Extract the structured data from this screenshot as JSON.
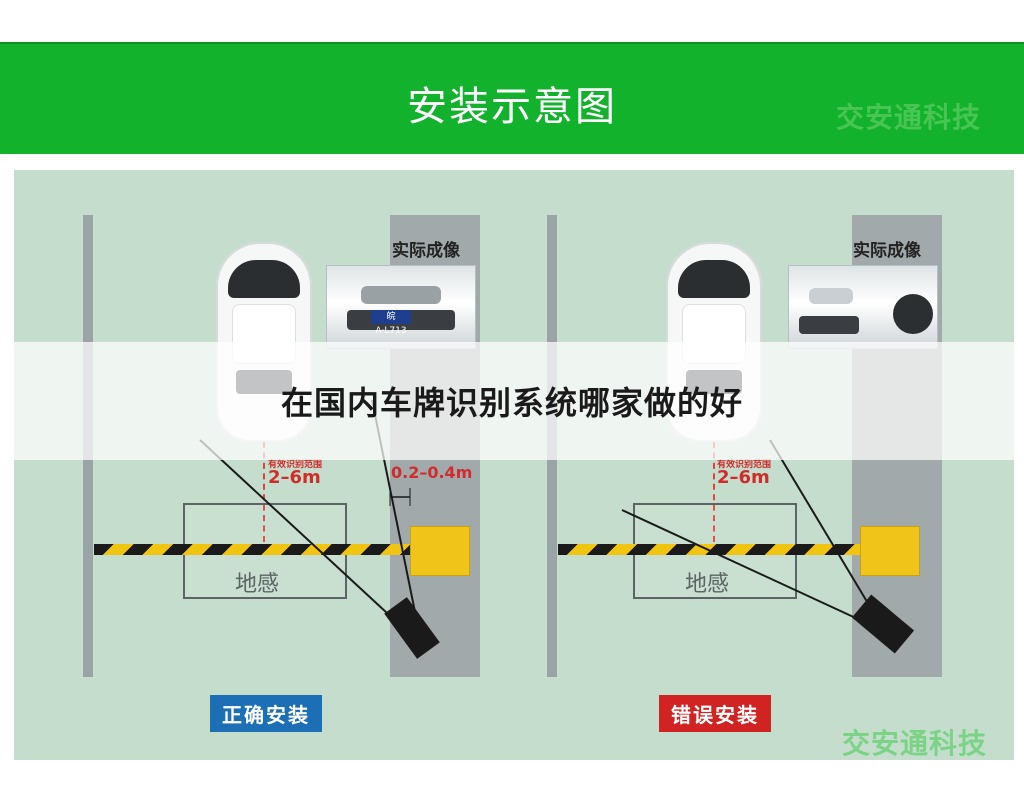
{
  "header": {
    "title": "安装示意图",
    "watermark": "交安通科技"
  },
  "overlay": {
    "title": "在国内车牌识别系统哪家做的好"
  },
  "left_panel": {
    "photo_label": "实际成像",
    "plate_text": "皖A·L713",
    "range_small": "有效识别范围",
    "range_big": "2–6m",
    "offset": "0.2–0.4m",
    "loop_label": "地感",
    "badge": "正确安装"
  },
  "right_panel": {
    "photo_label": "实际成像",
    "range_small": "有效识别范围",
    "range_big": "2–6m",
    "loop_label": "地感",
    "badge": "错误安装"
  },
  "footer": {
    "watermark": "交安通科技"
  },
  "colors": {
    "header_green": "#13b22c",
    "panel_bg": "#c5ddcd",
    "correct_blue": "#1c6fb5",
    "wrong_red": "#d22323",
    "gate_yellow": "#f0c419"
  }
}
